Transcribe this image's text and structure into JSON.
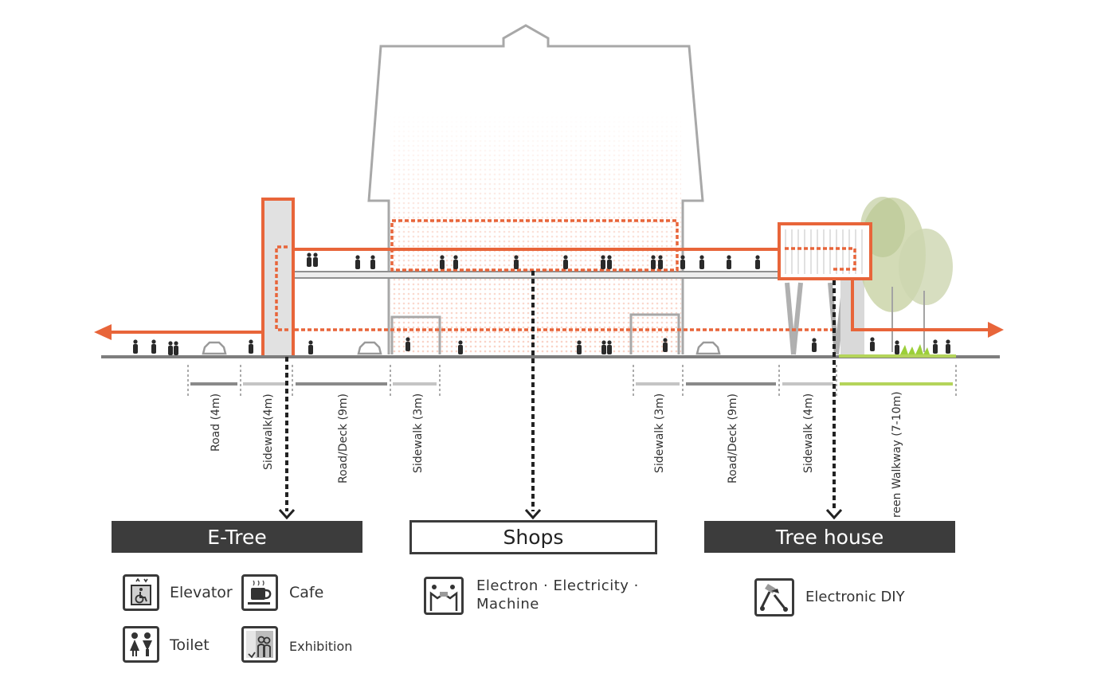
{
  "segments": [
    {
      "label": "Road (4m)",
      "color": "#8a8a8a"
    },
    {
      "label": "Sidewalk(4m)",
      "color": "#c4c4c4"
    },
    {
      "label": "Road/Deck (9m)",
      "color": "#8a8a8a"
    },
    {
      "label": "Sidewalk (3m)",
      "color": "#c4c4c4"
    },
    {
      "label": "Sidewalk (3m)",
      "color": "#c4c4c4"
    },
    {
      "label": "Road/Deck (9m)",
      "color": "#8a8a8a"
    },
    {
      "label": "Sidewalk (4m)",
      "color": "#c4c4c4"
    },
    {
      "label": "reen Walkway (7-10m)",
      "color": "#b4d45a"
    }
  ],
  "sections": {
    "etree": {
      "title": "E-Tree",
      "items": [
        {
          "label": "Elevator",
          "icon": "elevator-icon"
        },
        {
          "label": "Cafe",
          "icon": "cafe-icon"
        },
        {
          "label": "Toilet",
          "icon": "toilet-icon"
        },
        {
          "label": "Exhibition",
          "icon": "exhibition-icon"
        }
      ]
    },
    "shops": {
      "title": "Shops",
      "items": [
        {
          "label_line1": "Electron · Electricity ·",
          "label_line2": "Machine",
          "icon": "electronics-icon"
        }
      ]
    },
    "treehouse": {
      "title": "Tree house",
      "items": [
        {
          "label": "Electronic DIY",
          "icon": "diy-tools-icon"
        }
      ]
    }
  },
  "colors": {
    "accent": "#e8653a",
    "outline": "#a8a8a8",
    "dark": "#3c3c3c",
    "green": "#b4d45a"
  }
}
